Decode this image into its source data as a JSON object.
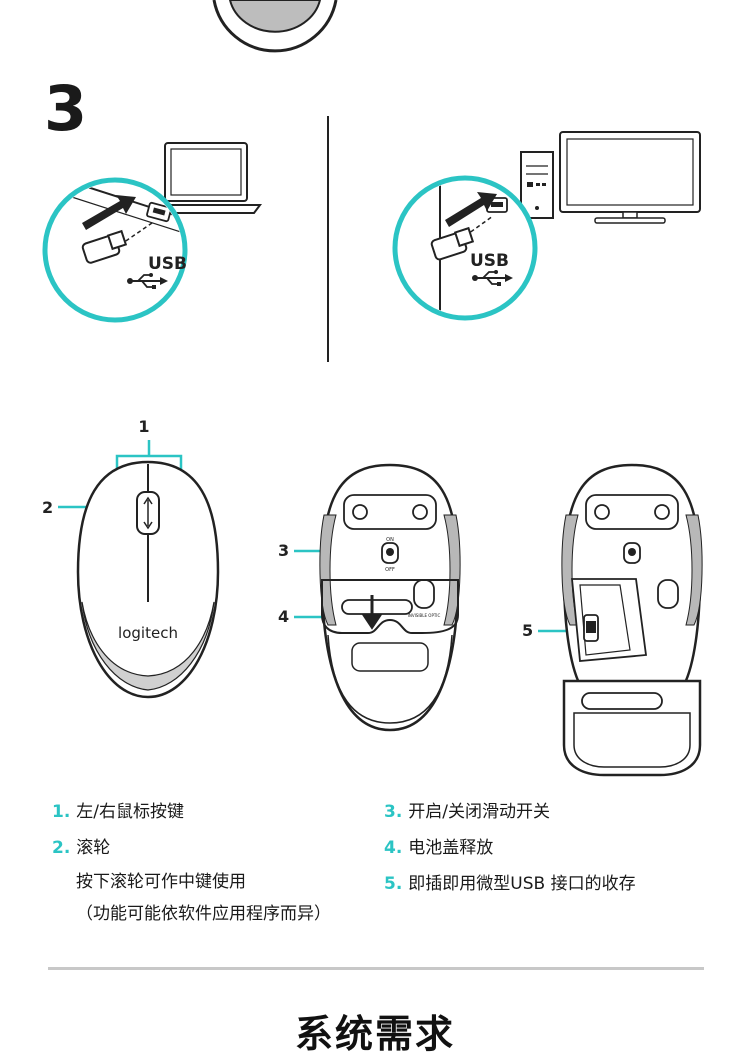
{
  "step": {
    "number": "3"
  },
  "connect": {
    "usb_label_left": "USB",
    "usb_label_right": "USB"
  },
  "mouse": {
    "brand": "logitech",
    "callouts": [
      "1",
      "2",
      "3",
      "4",
      "5"
    ],
    "switch_on": "ON",
    "switch_off": "OFF",
    "sensor_label": "INVISIBLE OPTIC"
  },
  "legend": {
    "left": [
      {
        "num": "1.",
        "text": "左/右鼠标按键"
      },
      {
        "num": "2.",
        "text": "滚轮",
        "sub": [
          "按下滚轮可作中键使用",
          "（功能可能依软件应用程序而异）"
        ]
      }
    ],
    "right": [
      {
        "num": "3.",
        "text": "开启/关闭滑动开关"
      },
      {
        "num": "4.",
        "text": "电池盖释放"
      },
      {
        "num": "5.",
        "text": "即插即用微型USB 接口的收存"
      }
    ]
  },
  "section": {
    "title": "系统需求"
  },
  "colors": {
    "accent": "#2bc4c4",
    "ink": "#1a1a1a",
    "rule": "#c8c8c8"
  }
}
